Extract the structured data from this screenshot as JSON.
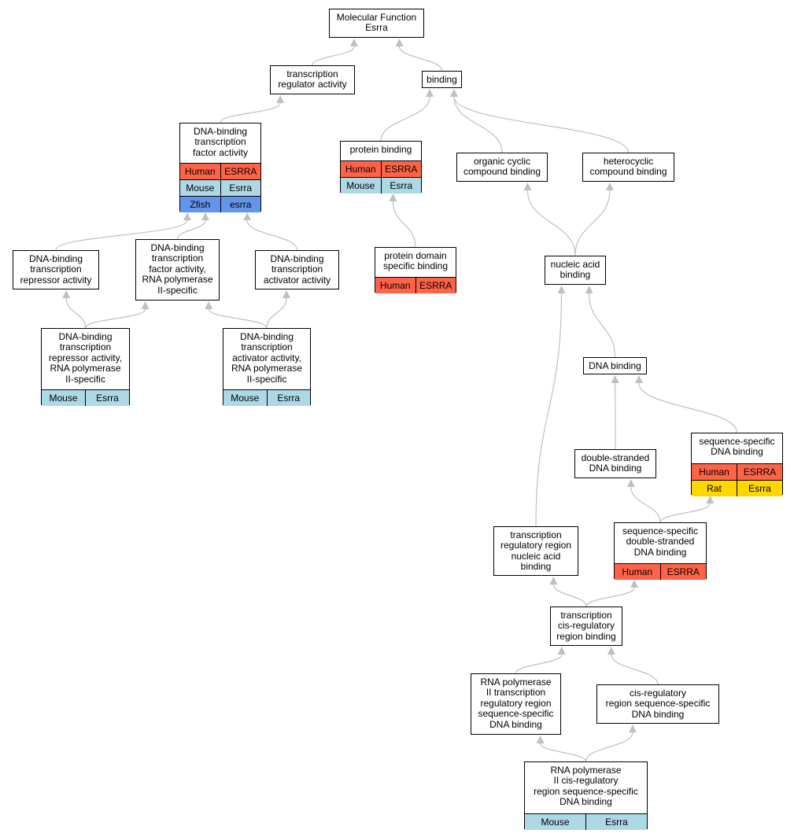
{
  "graph": {
    "nodes": {
      "mf": {
        "label": "Molecular Function\nEsrra"
      },
      "tra": {
        "label": "transcription\nregulator activity"
      },
      "bind": {
        "label": "binding"
      },
      "dbtf": {
        "label": "DNA-binding\ntranscription\nfactor activity",
        "orthologs": [
          [
            "Human",
            "ESRRA"
          ],
          [
            "Mouse",
            "Esrra"
          ],
          [
            "Zfish",
            "esrra"
          ]
        ]
      },
      "prot": {
        "label": "protein binding",
        "orthologs": [
          [
            "Human",
            "ESRRA"
          ],
          [
            "Mouse",
            "Esrra"
          ]
        ]
      },
      "occb": {
        "label": "organic cyclic\ncompound binding"
      },
      "hcb": {
        "label": "heterocyclic\ncompound binding"
      },
      "dbtr": {
        "label": "DNA-binding\ntranscription\nrepressor activity"
      },
      "dbtf2": {
        "label": "DNA-binding\ntranscription\nfactor activity,\nRNA polymerase\nII-specific"
      },
      "dbta": {
        "label": "DNA-binding\ntranscription\nactivator activity"
      },
      "pdsb": {
        "label": "protein domain\nspecific binding",
        "orthologs": [
          [
            "Human",
            "ESRRA"
          ]
        ]
      },
      "nab": {
        "label": "nucleic acid\nbinding"
      },
      "dbtr2": {
        "label": "DNA-binding\ntranscription\nrepressor activity,\nRNA polymerase\nII-specific",
        "orthologs": [
          [
            "Mouse",
            "Esrra"
          ]
        ]
      },
      "dbta2": {
        "label": "DNA-binding\ntranscription\nactivator activity,\nRNA polymerase\nII-specific",
        "orthologs": [
          [
            "Mouse",
            "Esrra"
          ]
        ]
      },
      "dnab": {
        "label": "DNA binding"
      },
      "ssdb": {
        "label": "sequence-specific\nDNA binding",
        "orthologs": [
          [
            "Human",
            "ESRRA"
          ],
          [
            "Rat",
            "Esrra"
          ]
        ]
      },
      "dsdb": {
        "label": "double-stranded\nDNA binding"
      },
      "trrnab": {
        "label": "transcription\nregulatory region\nnucleic acid\nbinding"
      },
      "ssdsdb": {
        "label": "sequence-specific\ndouble-stranded\nDNA binding",
        "orthologs": [
          [
            "Human",
            "ESRRA"
          ]
        ]
      },
      "tcrb": {
        "label": "transcription\ncis-regulatory\nregion binding"
      },
      "rnap": {
        "label": "RNA polymerase\nII transcription\nregulatory region\nsequence-specific\nDNA binding"
      },
      "crrs": {
        "label": "cis-regulatory\nregion sequence-specific\nDNA binding"
      },
      "rnapcis": {
        "label": "RNA polymerase\nII cis-regulatory\nregion sequence-specific\nDNA binding",
        "orthologs": [
          [
            "Mouse",
            "Esrra"
          ]
        ]
      }
    },
    "edges": [
      [
        "tra",
        "mf"
      ],
      [
        "bind",
        "mf"
      ],
      [
        "dbtf",
        "tra"
      ],
      [
        "prot",
        "bind"
      ],
      [
        "occb",
        "bind"
      ],
      [
        "hcb",
        "bind"
      ],
      [
        "dbtr",
        "dbtf"
      ],
      [
        "dbtf2",
        "dbtf"
      ],
      [
        "dbta",
        "dbtf"
      ],
      [
        "pdsb",
        "prot"
      ],
      [
        "nab",
        "occb"
      ],
      [
        "nab",
        "hcb"
      ],
      [
        "dbtr2",
        "dbtr"
      ],
      [
        "dbtr2",
        "dbtf2"
      ],
      [
        "dbta2",
        "dbtf2"
      ],
      [
        "dbta2",
        "dbta"
      ],
      [
        "dnab",
        "nab"
      ],
      [
        "trrnab",
        "nab"
      ],
      [
        "ssdb",
        "dnab"
      ],
      [
        "dsdb",
        "dnab"
      ],
      [
        "ssdsdb",
        "dsdb"
      ],
      [
        "ssdsdb",
        "ssdb"
      ],
      [
        "tcrb",
        "trrnab"
      ],
      [
        "tcrb",
        "ssdsdb"
      ],
      [
        "rnap",
        "tcrb"
      ],
      [
        "crrs",
        "tcrb"
      ],
      [
        "rnapcis",
        "rnap"
      ],
      [
        "rnapcis",
        "crrs"
      ]
    ],
    "colors": {
      "Human": "#ff6347",
      "Mouse": "#add8e6",
      "Zfish": "#6495ed",
      "Rat": "#ffd700",
      "edge": "#c0c0c0",
      "border": "#000000"
    }
  }
}
